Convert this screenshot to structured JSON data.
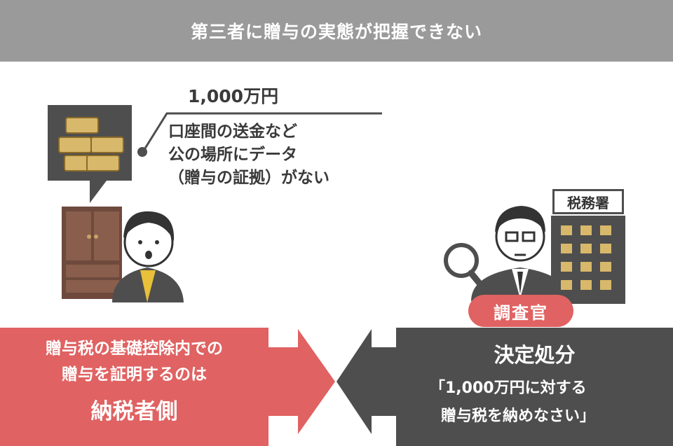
{
  "header": {
    "title": "第三者に贈与の実態が把握できない"
  },
  "speech": {
    "amount": "1,000万円",
    "lines": [
      "口座間の送金など",
      "公の場所にデータ",
      "（贈与の証拠）がない"
    ]
  },
  "left_panel": {
    "line1": "贈与税の基礎控除内での",
    "line2": "贈与を証明するのは",
    "line3": "納税者側"
  },
  "right_panel": {
    "title": "決定処分",
    "quote1": "「1,000万円に対する",
    "quote2": "贈与税を納めなさい」"
  },
  "investigator": {
    "badge": "調査官"
  },
  "tax_office": {
    "sign": "税務署"
  },
  "icons": [
    "money-bundles-icon",
    "cabinet-icon",
    "woman-icon",
    "investigator-icon",
    "magnifier-icon",
    "tax-office-building-icon",
    "arrow-right-icon",
    "arrow-left-icon"
  ],
  "colors": {
    "header": "#9a9a9a",
    "accent_red": "#e06262",
    "dark_gray": "#4e4e4e",
    "wood": "#6e4a3c"
  }
}
